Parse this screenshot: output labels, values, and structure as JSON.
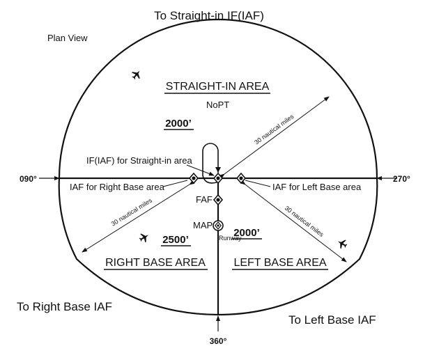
{
  "labels": {
    "top_heading": "To Straight-in IF(IAF)",
    "plan_view": "Plan View",
    "straight_in_area": "STRAIGHT-IN AREA",
    "nopt": "NoPT",
    "right_base_area": "RIGHT BASE AREA",
    "left_base_area": "LEFT BASE AREA",
    "to_right_base_iaf": "To Right Base IAF",
    "to_left_base_iaf": "To Left Base IAF",
    "if_iaf_straight_in": "IF(IAF) for Straight-in area",
    "iaf_right_base": "IAF for Right Base area",
    "iaf_left_base": "IAF for Left Base area",
    "faf": "FAF",
    "map": "MAP",
    "runway": "Runway"
  },
  "altitudes": {
    "straight_in": "2000’",
    "right_base": "2500’",
    "left_base": "2000’"
  },
  "distances": {
    "upper_right": "30 nautical miles",
    "lower_left": "30 nautical miles",
    "lower_right": "30 nautical miles"
  },
  "courses": {
    "left": "090°",
    "right": "270°",
    "bottom": "360°"
  },
  "icons": [
    "airplane-icon",
    "fix-diamond-icon",
    "map-fix-icon"
  ]
}
